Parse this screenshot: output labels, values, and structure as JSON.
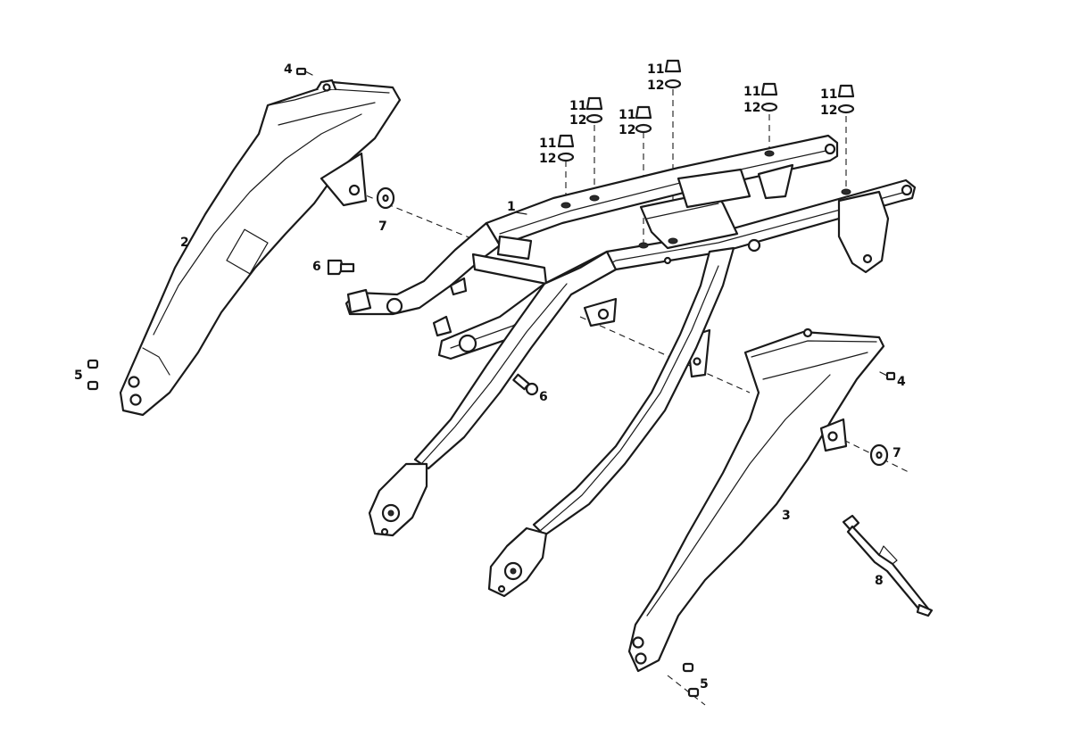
{
  "callouts": {
    "c1": "1",
    "c2": "2",
    "c3": "3",
    "c4a": "4",
    "c4b": "4",
    "c5a": "5",
    "c5b": "5",
    "c6a": "6",
    "c6b": "6",
    "c7a": "7",
    "c7b": "7",
    "c8": "8",
    "c11a": "11",
    "c12a": "12",
    "c11b": "11",
    "c12b": "12",
    "c11c": "11",
    "c12c": "12",
    "c11d": "11",
    "c12d": "12",
    "c11e": "11",
    "c12e": "12",
    "c11f": "11",
    "c12f": "12"
  }
}
